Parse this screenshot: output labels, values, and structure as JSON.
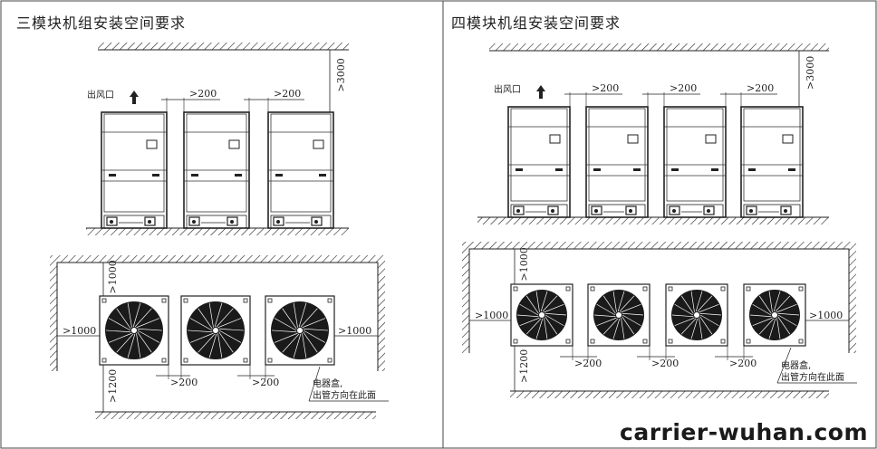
{
  "left_panel": {
    "title": "三模块机组安装空间要求",
    "outlet_label": "出风口",
    "top_clearance": ">3000",
    "gap_elevation": ">200",
    "front_clearance": ">1000",
    "side_clearance": ">1000",
    "rear_clearance": ">1200",
    "gap_plan": ">200",
    "box_note_line1": "电器盒,",
    "box_note_line2": "出管方向在此面"
  },
  "right_panel": {
    "title": "四模块机组安装空间要求",
    "outlet_label": "出风口",
    "top_clearance": ">3000",
    "gap_elevation": ">200",
    "front_clearance": ">1000",
    "side_clearance": ">1000",
    "rear_clearance": ">1200",
    "gap_plan": ">200",
    "box_note_line1": "电器盒,",
    "box_note_line2": "出管方向在此面"
  },
  "watermark": "carrier-wuhan.com",
  "colors": {
    "line": "#222222",
    "fan": "#1a1a1a",
    "frame": "#555555"
  },
  "icons": [
    "up-arrow-icon",
    "fan-icon",
    "hatch-pattern"
  ]
}
